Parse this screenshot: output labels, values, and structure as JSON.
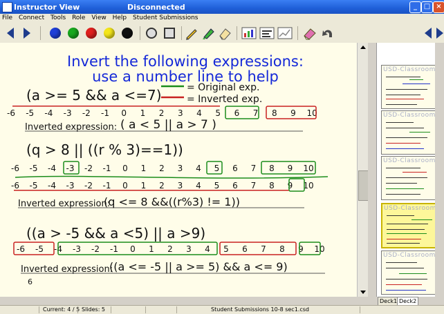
{
  "window": {
    "title": "Instructor View",
    "connection_status": "Disconnected"
  },
  "menu": {
    "items": [
      "File",
      "Connect",
      "Tools",
      "Role",
      "View",
      "Help",
      "Student Submissions"
    ]
  },
  "toolbar": {
    "pen_colors": [
      "#1f3fd8",
      "#19a81e",
      "#e0201e",
      "#f4e61a",
      "#111111"
    ]
  },
  "slide": {
    "heading_line1": "Invert the following expressions:",
    "heading_line2": "use a number line to help",
    "legend_original": "= Original exp.",
    "legend_inverted": "= Inverted exp.",
    "problem1": {
      "expression": "(a >= 5 && a <=7)",
      "number_line": [
        "-6",
        "-5",
        "-4",
        "-3",
        "-2",
        "-1",
        "0",
        "1",
        "2",
        "3",
        "4",
        "5",
        "6",
        "7",
        "8",
        "9",
        "10"
      ],
      "inverted_label": "Inverted expression:",
      "answer": "( a < 5 || a > 7 )"
    },
    "problem2": {
      "expression": "(q > 8 || ((r % 3)==1))",
      "number_line_top": [
        "-6",
        "-5",
        "-4",
        "-3",
        "-2",
        "-1",
        "0",
        "1",
        "2",
        "3",
        "4",
        "5",
        "6",
        "7",
        "8",
        "9",
        "10"
      ],
      "number_line_bottom": [
        "-6",
        "-5",
        "-4",
        "-3",
        "-2",
        "-1",
        "0",
        "1",
        "2",
        "3",
        "4",
        "5",
        "6",
        "7",
        "8",
        "9",
        "10"
      ],
      "inverted_label": "Inverted expression:",
      "answer": "(q <= 8 &&((r%3) != 1))"
    },
    "problem3": {
      "expression": "((a > -5 && a <5) || a >9)",
      "number_line": [
        "-6",
        "-5",
        "-4",
        "-3",
        "-2",
        "-1",
        "0",
        "1",
        "2",
        "3",
        "4",
        "5",
        "6",
        "7",
        "8",
        "9",
        "10"
      ],
      "inverted_label": "Inverted expression:",
      "answer": "((a <= -5 || a >= 5) && a <= 9)",
      "stray_note": "6"
    }
  },
  "deck": {
    "thumbnail_logo": "USD-Classroom",
    "selected_index": 3,
    "tabs": [
      "Deck1",
      "Deck2"
    ],
    "active_tab": 1
  },
  "statusbar": {
    "current": "Current: 4 / 5",
    "slides": "Slides: 5",
    "submissions": "Student Submissions 10-8 sec1.csd"
  },
  "colors": {
    "original_marker": "#1a8c1a",
    "inverted_marker": "#c82020",
    "ink_blue": "#1428d8"
  }
}
